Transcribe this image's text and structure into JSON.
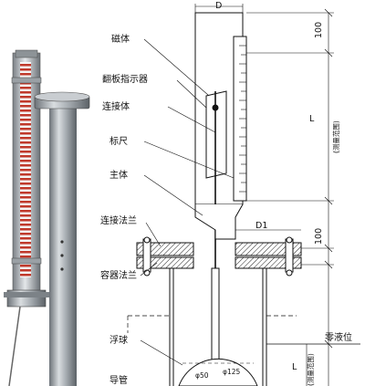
{
  "labels": {
    "magnet": "磁体",
    "flap_indicator": "翻板指示器",
    "connector": "连接体",
    "scale": "标尺",
    "main_body": "主体",
    "connect_flange": "连接法兰",
    "vessel_flange": "容器法兰",
    "float": "浮球",
    "guide_tube": "导管"
  },
  "dimensions": {
    "D": "D",
    "D1": "D1",
    "top_100": "100",
    "mid_100": "100",
    "L_top": "L",
    "L_bottom": "L",
    "range_top": "(测量范围)",
    "range_bottom": "(测量范围)",
    "zero_level": "零液位",
    "phi50": "φ50",
    "phi125": "φ125"
  }
}
